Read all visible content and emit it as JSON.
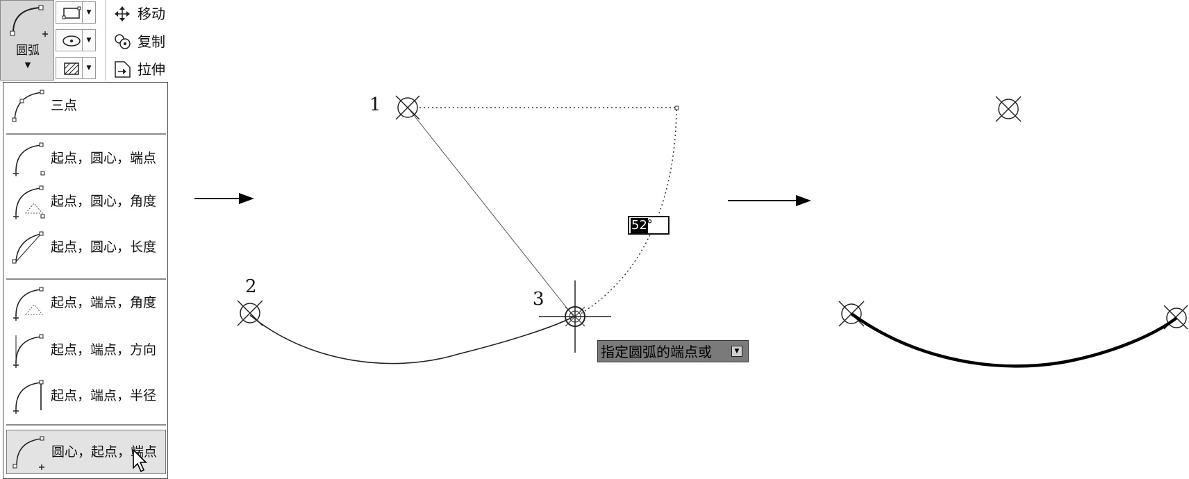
{
  "ribbon": {
    "arc_button_label": "圆弧",
    "tools": [
      {
        "label": "移动",
        "icon": "move-icon"
      },
      {
        "label": "复制",
        "icon": "copy-icon"
      },
      {
        "label": "拉伸",
        "icon": "stretch-icon"
      }
    ],
    "small_buttons": [
      "rectangle-icon",
      "ellipse-icon",
      "hatch-icon"
    ]
  },
  "arc_menu": {
    "items": [
      {
        "label": "三点",
        "icon": "arc-three-point-icon"
      },
      {
        "label": "起点，圆心，端点",
        "icon": "arc-start-center-end-icon"
      },
      {
        "label": "起点，圆心，角度",
        "icon": "arc-start-center-angle-icon"
      },
      {
        "label": "起点，圆心，长度",
        "icon": "arc-start-center-length-icon"
      },
      {
        "label": "起点，端点，角度",
        "icon": "arc-start-end-angle-icon"
      },
      {
        "label": "起点，端点，方向",
        "icon": "arc-start-end-direction-icon"
      },
      {
        "label": "起点，端点，半径",
        "icon": "arc-start-end-radius-icon"
      },
      {
        "label": "圆心，起点，端点",
        "icon": "arc-center-start-end-icon",
        "selected": true
      }
    ]
  },
  "canvas": {
    "point_labels": [
      "1",
      "2",
      "3"
    ],
    "angle_value": "52",
    "angle_unit": "°",
    "prompt_text": "指定圆弧的端点或"
  }
}
